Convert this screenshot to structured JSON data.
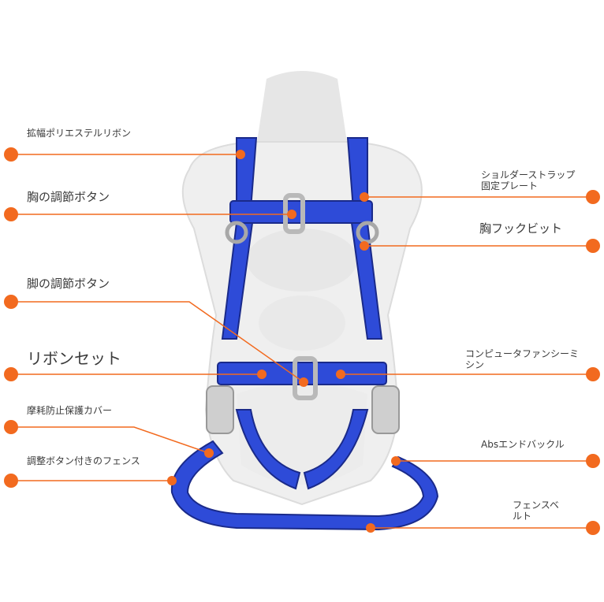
{
  "accent_color": "#f26a1f",
  "line_color": "#f26a1f",
  "strap_color": "#2e4bd8",
  "strap_dark": "#1a2a8a",
  "mannequin_color": "#eeeeee",
  "labels": {
    "ribbon_wide": "拡幅ポリエステルリボン",
    "chest_adjust": "胸の調節ボタン",
    "leg_adjust": "脚の調節ボタン",
    "ribbon_set": "リボンセット",
    "wear_cover": "摩耗防止保護カバー",
    "fence_adjust": "調整ボタン付きのフェンス",
    "shoulder_plate": "ショルダーストラップ固定プレート",
    "chest_hook": "胸フックビット",
    "computer_fence": "コンピュータファンシーミシン",
    "abs_buckle": "Absエンドバックル",
    "fence_belt": "フェンスベルト"
  }
}
